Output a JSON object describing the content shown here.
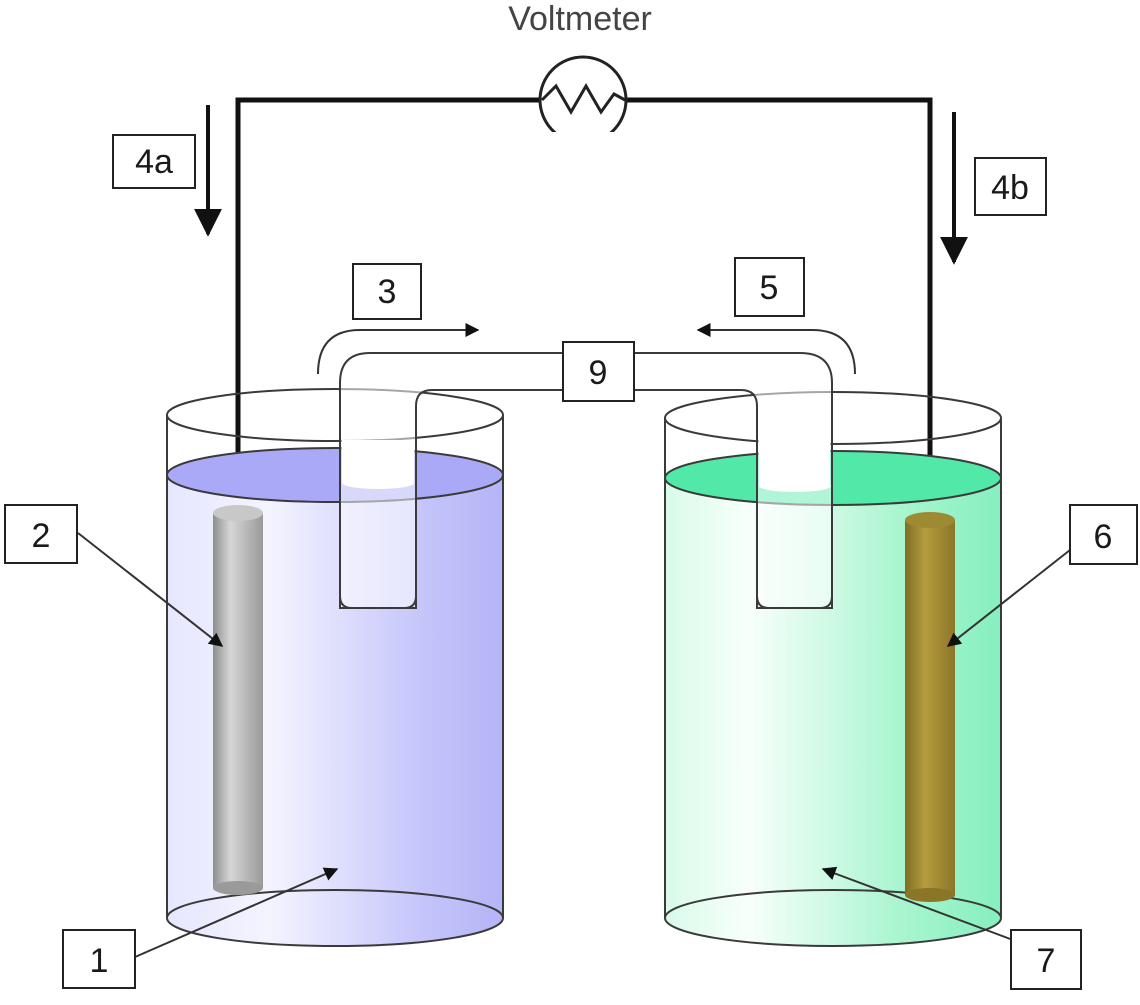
{
  "title": "Voltmeter",
  "labels": {
    "l1": "1",
    "l2": "2",
    "l3": "3",
    "l4a": "4a",
    "l4b": "4b",
    "l5": "5",
    "l6": "6",
    "l7": "7",
    "l9": "9"
  },
  "colors": {
    "left_solution": "#b9b9ff",
    "left_surface": "#a8a8f8",
    "right_solution": "#7ff0bf",
    "right_surface": "#4ee8a4",
    "left_electrode": "#a6a6a6",
    "right_electrode": "#9a8630",
    "wire": "#111111"
  }
}
